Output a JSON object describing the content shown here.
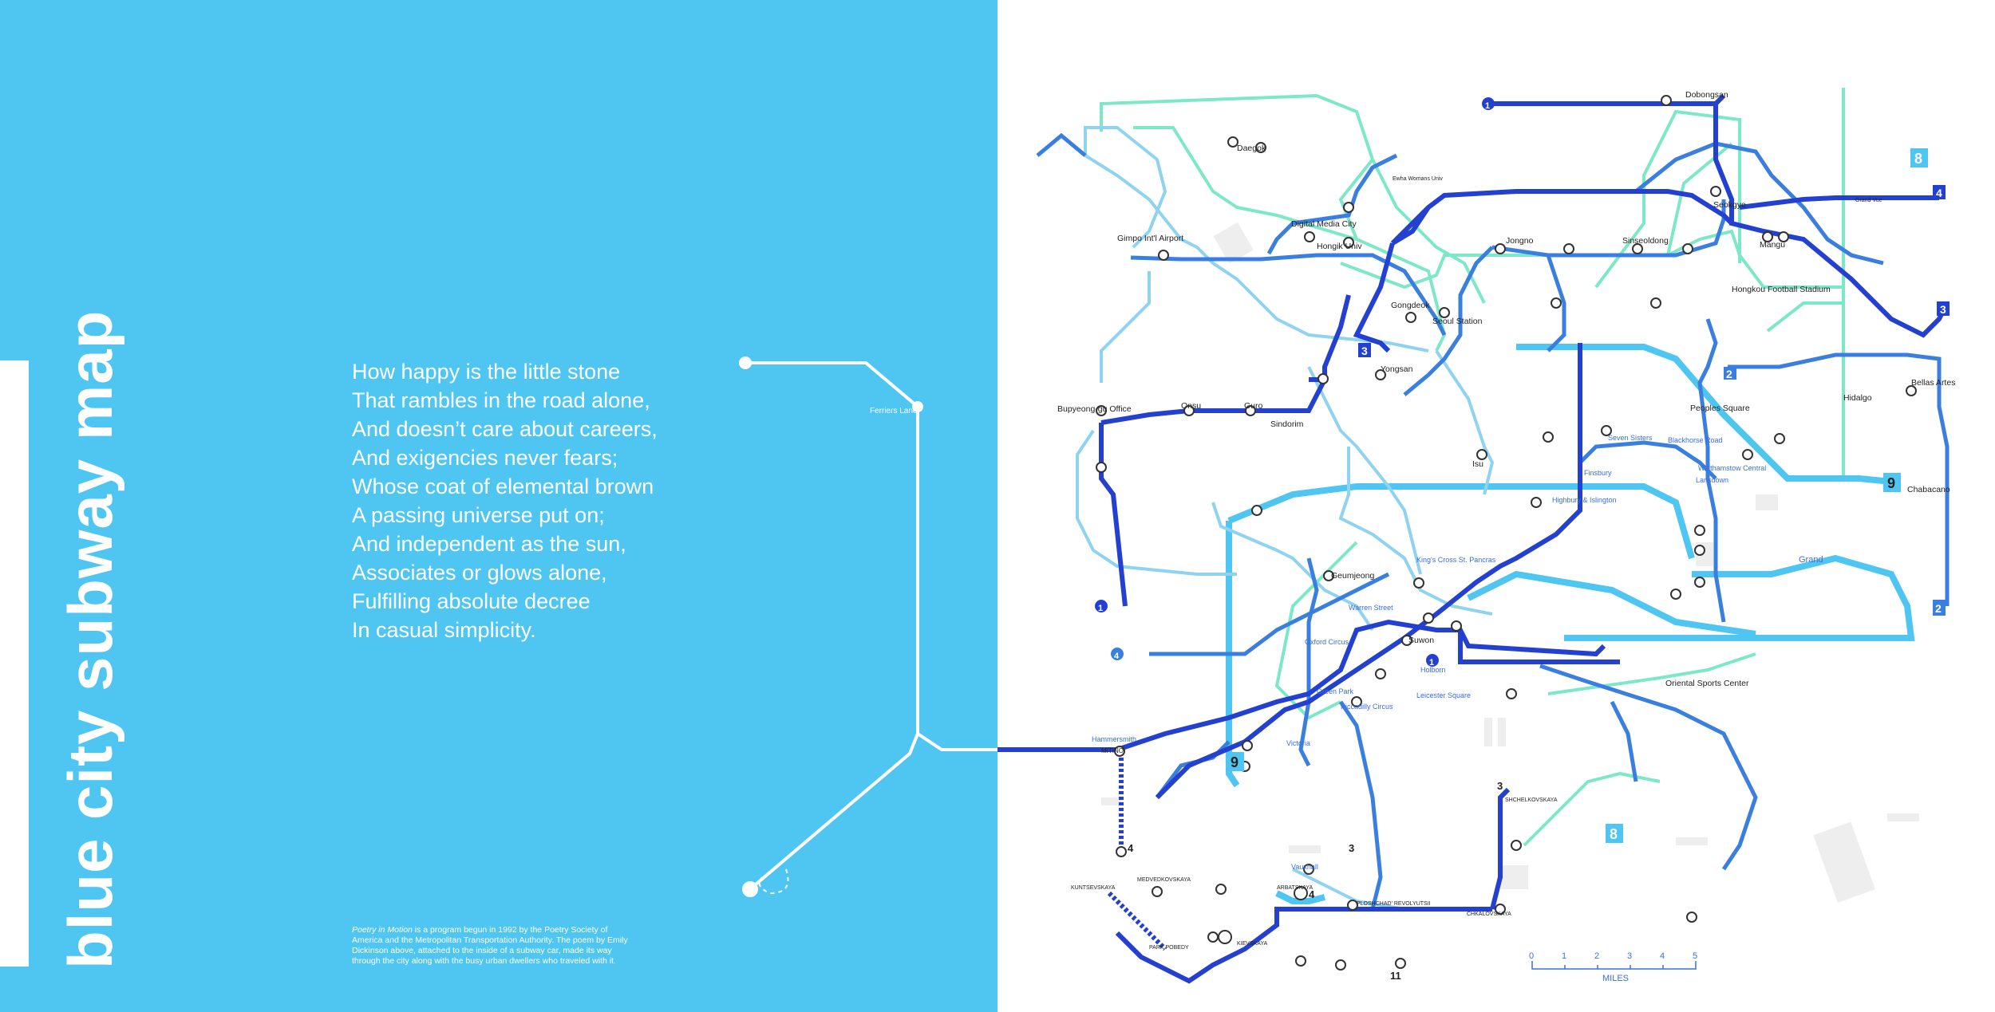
{
  "title": "blue city subway map",
  "poem": {
    "lines": [
      "How happy is the little stone",
      "That rambles in the road alone,",
      "And doesn’t care about careers,",
      "And exigencies never fears;",
      "Whose coat of elemental brown",
      "A passing universe put on;",
      "And independent as the sun,",
      "Associates or glows alone,",
      "Fulfilling absolute decree",
      "In casual simplicity."
    ]
  },
  "footnote": {
    "italic": "Poetry in Motion",
    "text": " is a program begun in 1992 by the Poetry Society of America and the Metropolitan Transportation Authority. The poem by Emily Dickinson above, attached to the inside of a subway car, made its way through the city along with the busy urban dwellers who traveled with it."
  },
  "colors": {
    "panel": "#4fc6f2",
    "line_dark": "#2440d0",
    "line_mid": "#3a7fe0",
    "line_sky": "#4fc6f2",
    "line_mint": "#7de8c8",
    "line_light": "#8fd3f0"
  },
  "left_station": "Ferriers Lane",
  "stations": {
    "dobongsan": "Dobongsan",
    "daegok": "Daegok",
    "seokgye": "Seokgye",
    "mangu": "Mangu",
    "gimpo": "Gimpo Int'l Airport",
    "dmc": "Digital Media City",
    "hongik": "Hongik Univ",
    "jongno": "Jongno",
    "sinseoldong": "Sinseoldong",
    "gongdeok": "Gongdeok",
    "seoul_station": "Seoul Station",
    "yongsan": "Yongsan",
    "bupyeong": "Bupyeong-gu Office",
    "onsu": "Onsu",
    "guro": "Guro",
    "sindorim": "Sindorim",
    "isu": "Isu",
    "geumjeong": "Geumjeong",
    "suwon": "Suwon",
    "peoples_square": "Peoples Square",
    "seven_sisters": "Seven Sisters",
    "blackhorse": "Blackhorse Road",
    "walthamstow": "Walthamstow Central",
    "finsbury": "Finsbury",
    "highbury": "Highbury & Islington",
    "lansdown": "Lansdown",
    "hidalgo": "Hidalgo",
    "bellas_artes": "Bellas Artes",
    "chabacano": "Chabacano",
    "grand": "Grand",
    "hongkou": "Hongkou Football Stadium",
    "kings_cross": "King's Cross St. Pancras",
    "warren_street": "Warren Street",
    "oxford_circus": "Oxford Circus",
    "holborn": "Holborn",
    "green_park": "Green Park",
    "piccadilly": "Piccadilly Circus",
    "leicester": "Leicester Square",
    "victoria": "Victoria",
    "vauxhall": "Vauxhall",
    "hammersmith": "Hammersmith",
    "mitino": "MITINO",
    "oriental": "Oriental Sports Center",
    "kunitsevskaya": "KUNTSEVSKAYA",
    "medvedkovo": "MEDVEDKOVSKAYA",
    "park_pobedy": "PARK POBEDY",
    "kievskaya": "KIEVSKAYA",
    "arbatskaya": "ARBATSKAYA",
    "ploschad": "PLOSHCHAD' REVOLYUTSII",
    "chkalovskaya": "CHKALOVSKAYA",
    "shchelkovskaya": "SHCHELKOVSKAYA",
    "grand_bay": "Grand Vue",
    "ewha": "Ewha Womans Univ"
  },
  "line_numbers": {
    "n1": "1",
    "n2": "2",
    "n3": "3",
    "n4": "4",
    "n8": "8",
    "n9": "9",
    "n11": "11"
  },
  "scale": {
    "ticks": [
      "0",
      "1",
      "2",
      "3",
      "4",
      "5"
    ],
    "label": "MILES"
  }
}
